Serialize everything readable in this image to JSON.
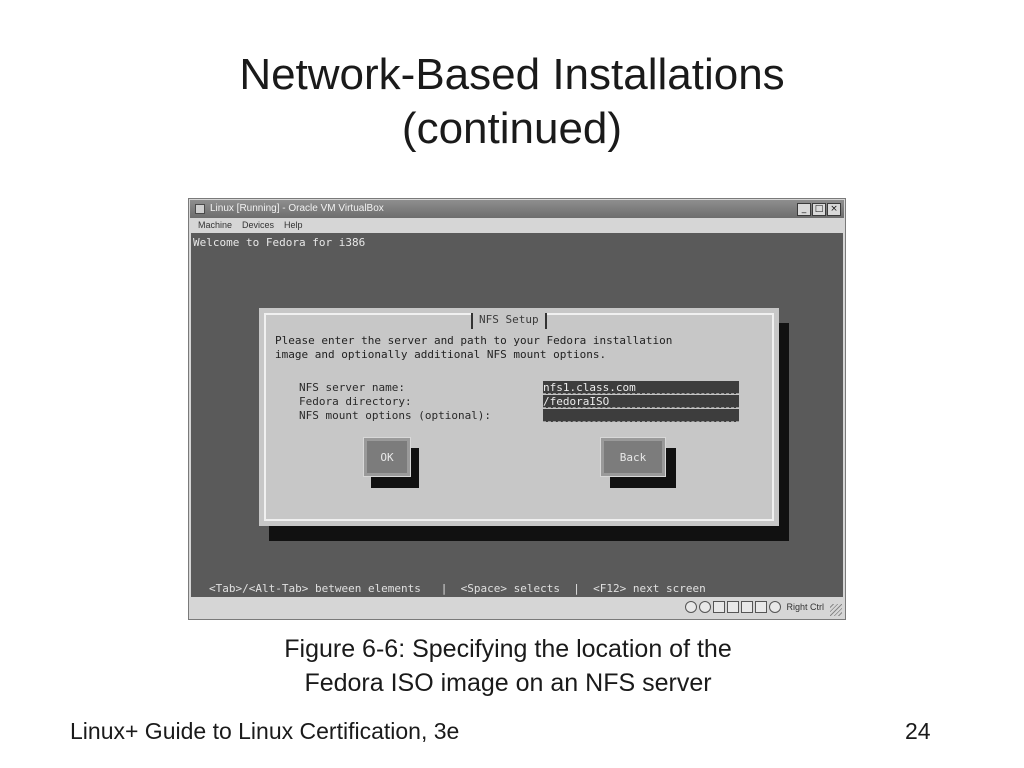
{
  "slide": {
    "title_line1": "Network-Based Installations",
    "title_line2": "(continued)",
    "caption_line1": "Figure 6-6: Specifying the location of the",
    "caption_line2": "Fedora ISO image on an NFS server",
    "footer_left": "Linux+ Guide to Linux Certification, 3e",
    "page_number": "24"
  },
  "window": {
    "title": "Linux [Running] - Oracle VM VirtualBox",
    "controls": [
      "_",
      "□",
      "×"
    ],
    "menu": [
      "Machine",
      "Devices",
      "Help"
    ]
  },
  "vm": {
    "welcome": "Welcome to Fedora for i386",
    "dialog": {
      "caption": "NFS Setup",
      "line1": "Please enter the server and path to your Fedora installation",
      "line2": "image and optionally additional NFS mount options.",
      "fields": [
        {
          "label": "NFS server name:",
          "value": "nfs1.class.com__________"
        },
        {
          "label": "Fedora directory:",
          "value": "/fedoraISO_______________"
        },
        {
          "label": "NFS mount options (optional):",
          "value": "________________________"
        }
      ],
      "ok_label": "OK",
      "back_label": "Back"
    },
    "help_line": "<Tab>/<Alt-Tab> between elements   |  <Space> selects  |  <F12> next screen"
  },
  "statusbar": {
    "icons": [
      "hard-disk-icon",
      "cd-icon",
      "usb-icon",
      "network-icon",
      "shared-folder-icon",
      "display-icon",
      "mouse-integration-icon"
    ],
    "host_key": "Right Ctrl"
  }
}
